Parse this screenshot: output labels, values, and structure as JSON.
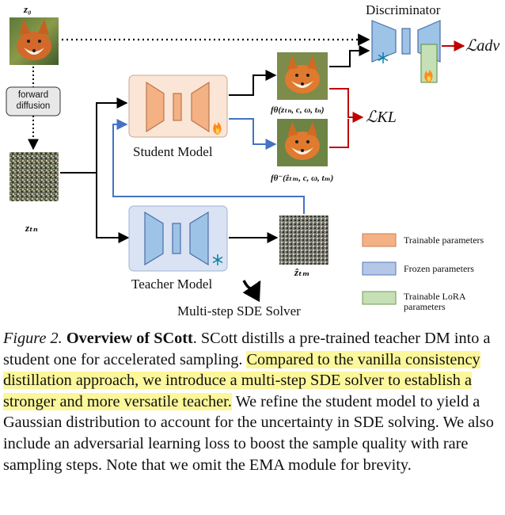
{
  "diagram": {
    "z0_label": "z₀",
    "forward_diffusion_label": "forward\ndiffusion",
    "ztn_label": "zₜₙ",
    "student_model_label": "Student Model",
    "teacher_model_label": "Teacher Model",
    "discriminator_label": "Discriminator",
    "multistep_solver_label": "Multi-step SDE Solver",
    "f_theta_label": "fθ(zₜₙ, c, ω, tₙ)",
    "f_theta_minus_label": "fθ⁻(ẑₜₘ, c, ω, tₘ)",
    "zhat_tm_label": "ẑₜₘ",
    "loss_adv_label": "ℒadv",
    "loss_kl_label": "ℒKL",
    "legend": [
      {
        "label": "Trainable parameters",
        "color": "#f4b183",
        "border": "#c8805a"
      },
      {
        "label": "Frozen parameters",
        "color": "#b4c7e7",
        "border": "#5a7ab4"
      },
      {
        "label": "Trainable LoRA\nparameters",
        "color": "#c5e0b4",
        "border": "#6e9a55"
      }
    ],
    "colors": {
      "student_box": "#fbe5d6",
      "teacher_box": "#dae3f3",
      "orange_block": "#f4b183",
      "blue_block": "#9dc3e6",
      "green_block": "#c5e0b4",
      "arrow_black": "#000000",
      "arrow_blue": "#4472c4",
      "arrow_red": "#c00000"
    }
  },
  "caption": {
    "figure_label": "Figure 2.",
    "title": "Overview of SCott",
    "text_before": ". SCott distills a pre-trained teacher DM into a student one for accelerated sampling. ",
    "highlighted": "Compared to the vanilla consistency distillation approach, we introduce a multi-step SDE solver to establish a stronger and more versatile teacher.",
    "text_after": " We refine the student model to yield a Gaussian distribution to account for the uncertainty in SDE solving. We also include an adversarial learning loss to boost the sample quality with rare sampling steps. Note that we omit the EMA module for brevity."
  }
}
